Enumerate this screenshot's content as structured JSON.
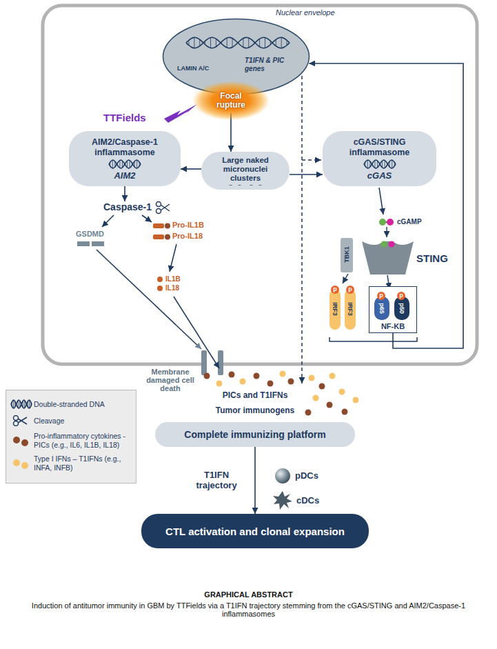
{
  "diagram": {
    "title": "GRAPHICAL ABSTRACT",
    "caption": "Induction of antitumor immunity in GBM by TTFields via a T1IFN trajectory stemming from the cGAS/STING and AIM2/Caspase-1 inflammasomes",
    "nodes": [
      {
        "text": [
          "Nuclear envelope",
          "LAMIN A/C",
          "T1IFN & PIC genes"
        ]
      },
      {
        "text": [
          "Focal rupture"
        ]
      },
      {
        "text": [
          "AIM2/Caspase-1 inflammasome",
          "AIM2"
        ]
      },
      {
        "text": [
          "Large naked micronuclei clusters"
        ]
      },
      {
        "text": [
          "cGAS/STING inflammasome",
          "cGAS"
        ]
      },
      {
        "text": [
          "NF-KB"
        ]
      },
      {
        "text": [
          "p65"
        ],
        "in": 5
      },
      {
        "text": [
          "p50"
        ],
        "in": 5
      },
      {
        "text": [
          "Complete immunizing platform"
        ]
      },
      {
        "text": [
          "CTL activation and clonal expansion"
        ]
      }
    ],
    "edges": [
      {
        "from": 1,
        "to": 3,
        "arrow": "to"
      },
      {
        "from": 3,
        "to": 2,
        "arrow": "to"
      },
      {
        "from": 3,
        "to": 4,
        "arrow": "to"
      },
      {
        "from": 5,
        "to": 0,
        "arrow": "to"
      },
      {
        "from": 8,
        "to": 9,
        "label": "T1IFN trajectory",
        "arrow": "to"
      }
    ],
    "labels": [
      "TTFields",
      "Caspase-1",
      "GSDMD",
      "Pro-IL1B",
      "Pro-IL18",
      "IL1B",
      "IL18",
      "cGAMP",
      "TBK1",
      "STING",
      "p",
      "p",
      "IRF3",
      "IRF3",
      "p",
      "p",
      "Membrane damaged cell death",
      "PICs and T1IFNs",
      "Tumor immunogens",
      "pDCs",
      "cDCs"
    ],
    "legend": [
      {
        "text": "Double-stranded DNA"
      },
      {
        "text": "Cleavage"
      },
      {
        "text": "Pro-inflammatory cytokines - PICs (e.g., IL6, IL1B, IL18)",
        "color": "#8b4a2b"
      },
      {
        "text": "Type I IFNs – T1IFNs (e.g., INFA, INFB)",
        "color": "#f7c46c"
      }
    ]
  }
}
